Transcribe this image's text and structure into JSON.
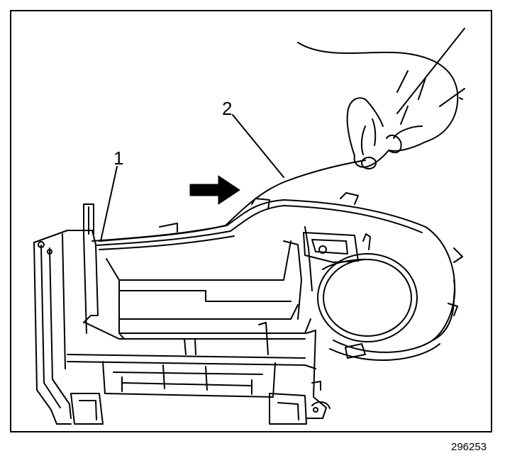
{
  "callouts": {
    "one": "1",
    "two": "2"
  },
  "figure_number": "296253",
  "colors": {
    "ink": "#000000",
    "background": "#ffffff"
  }
}
